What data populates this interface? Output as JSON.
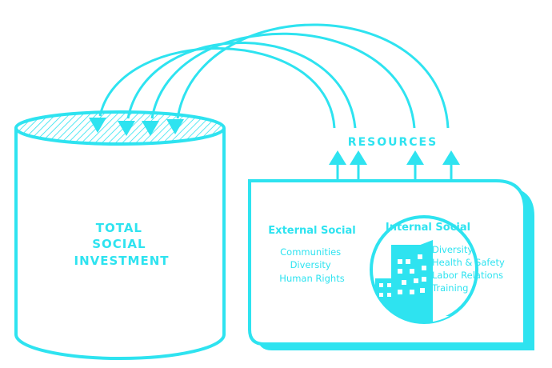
{
  "colors": {
    "accent": "#2ee3f0",
    "background": "#ffffff",
    "text_on_accent": "#ffffff"
  },
  "cylinder": {
    "label_lines": [
      "TOTAL",
      "SOCIAL",
      "INVESTMENT"
    ]
  },
  "resources": {
    "label": "RESOURCES"
  },
  "external_social": {
    "title": "External Social",
    "items": [
      "Communities",
      "Diversity",
      "Human Rights"
    ]
  },
  "internal_social": {
    "title": "Internal Social",
    "items": [
      "Diversity",
      "Health & Safety",
      "Labor Relations",
      "Training"
    ]
  }
}
